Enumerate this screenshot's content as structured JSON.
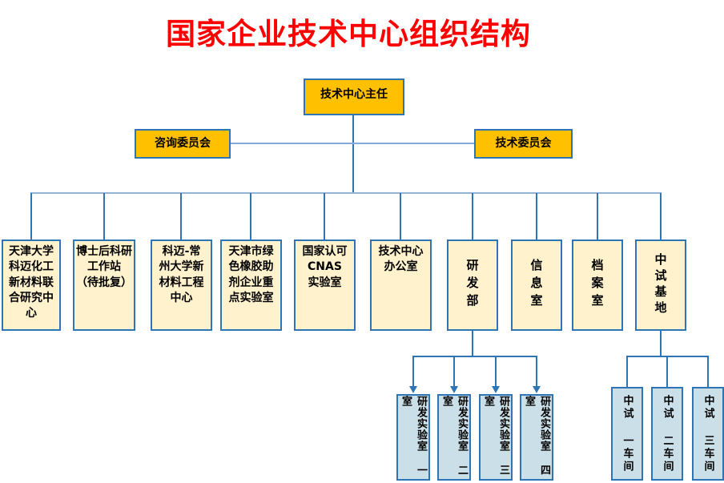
{
  "title": "国家企业技术中心组织结构",
  "colors": {
    "title_red": "#FF0000",
    "orange_fill": "#FFC000",
    "cream_fill": "#FFF2CC",
    "light_blue_fill": "#CBDFE8",
    "border_blue": "#2E75B6",
    "bus_light_blue": "#95B3D7"
  },
  "root": {
    "label": "技术中心主任"
  },
  "committees": {
    "left": {
      "label": "咨询委员会"
    },
    "right": {
      "label": "技术委员会"
    }
  },
  "departments": [
    {
      "label": "天津大学\n科迈化工\n新材料联\n合研究中\n心"
    },
    {
      "label": "博士后科研\n工作站\n（待批复）"
    },
    {
      "label": "科迈-常\n州大学新\n材料工程\n中心"
    },
    {
      "label": "天津市绿\n色橡胶助\n剂企业重\n点实验室"
    },
    {
      "label": "国家认可\nCNAS\n实验室"
    },
    {
      "label": "技术中心\n办公室"
    },
    {
      "label": "研发部"
    },
    {
      "label": "信息室"
    },
    {
      "label": "档案室"
    },
    {
      "label": "中试基地"
    }
  ],
  "rd_labs": [
    {
      "label": "研发实验室 一室"
    },
    {
      "label": "研发实验室 二室"
    },
    {
      "label": "研发实验室 三室"
    },
    {
      "label": "研发实验室 四室"
    }
  ],
  "pilot_workshops": [
    {
      "label": "中试 一车间"
    },
    {
      "label": "中试 二车间"
    },
    {
      "label": "中试 三车间"
    }
  ]
}
